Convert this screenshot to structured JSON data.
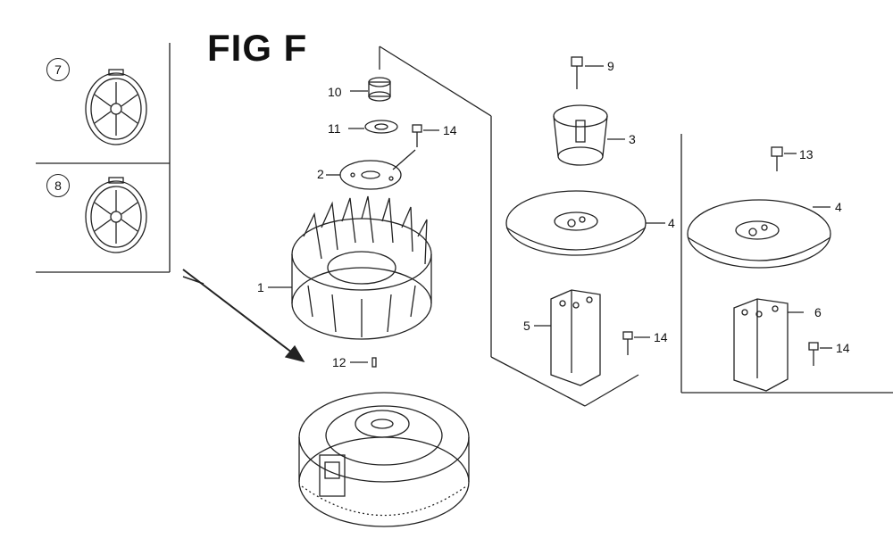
{
  "figure": {
    "title": "FIG F"
  },
  "inset_labels": {
    "a": "7",
    "b": "8"
  },
  "callouts": {
    "c1": "1",
    "c2": "2",
    "c3": "3",
    "c4a": "4",
    "c4b": "4",
    "c5": "5",
    "c6": "6",
    "c9": "9",
    "c10": "10",
    "c11": "11",
    "c12": "12",
    "c13": "13",
    "c14a": "14",
    "c14b": "14",
    "c14c": "14"
  }
}
